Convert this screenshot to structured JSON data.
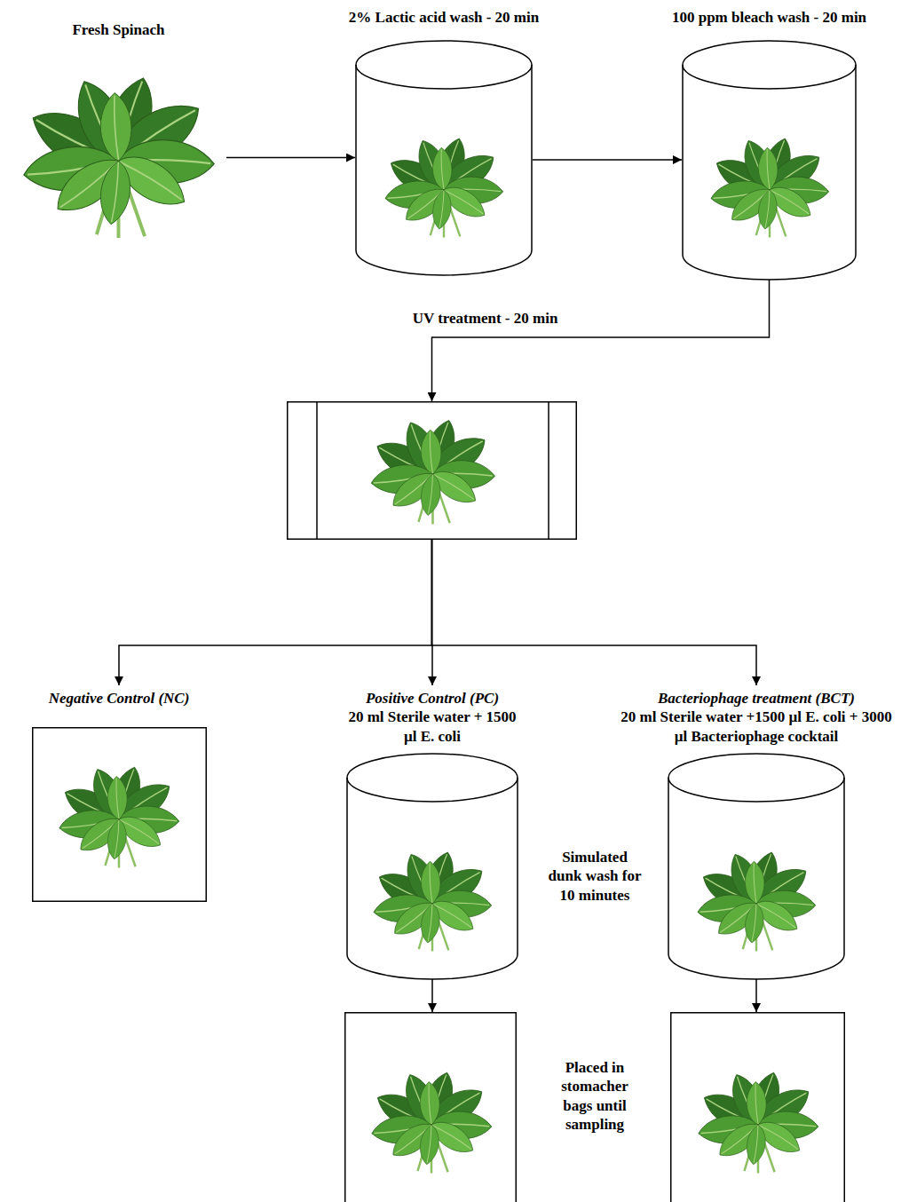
{
  "diagram": {
    "nodes": [
      {
        "text": [
          "Fresh Spinach"
        ]
      },
      {
        "text": [
          "2% Lactic acid wash - 20 min"
        ]
      },
      {
        "text": [
          "100 ppm bleach wash - 20 min"
        ]
      },
      {
        "text": [
          "UV treatment - 20 min"
        ]
      },
      {
        "text": [
          "Negative Control (NC)"
        ]
      },
      {
        "text": [
          "Positive Control (PC)",
          "20 ml Sterile water + 1500 µl E. coli"
        ]
      },
      {
        "text": [
          "Bacteriophage treatment (BCT)",
          "20 ml Sterile water +1500 µl E. coli + 3000 µl Bacteriophage cocktail"
        ]
      },
      {
        "text": []
      },
      {
        "text": []
      }
    ],
    "edges": [
      {
        "from": 0,
        "to": 1,
        "arrow": "to"
      },
      {
        "from": 1,
        "to": 2,
        "arrow": "to"
      },
      {
        "from": 2,
        "to": 3,
        "arrow": "to"
      },
      {
        "from": 3,
        "to": 4,
        "arrow": "to"
      },
      {
        "from": 3,
        "to": 5,
        "arrow": "to"
      },
      {
        "from": 3,
        "to": 6,
        "arrow": "to"
      },
      {
        "from": 5,
        "to": 7,
        "arrow": "to"
      },
      {
        "from": 6,
        "to": 8,
        "arrow": "to"
      }
    ],
    "labels": [
      "Simulated dunk wash for 10 minutes",
      "Placed in stomacher bags until sampling"
    ]
  }
}
